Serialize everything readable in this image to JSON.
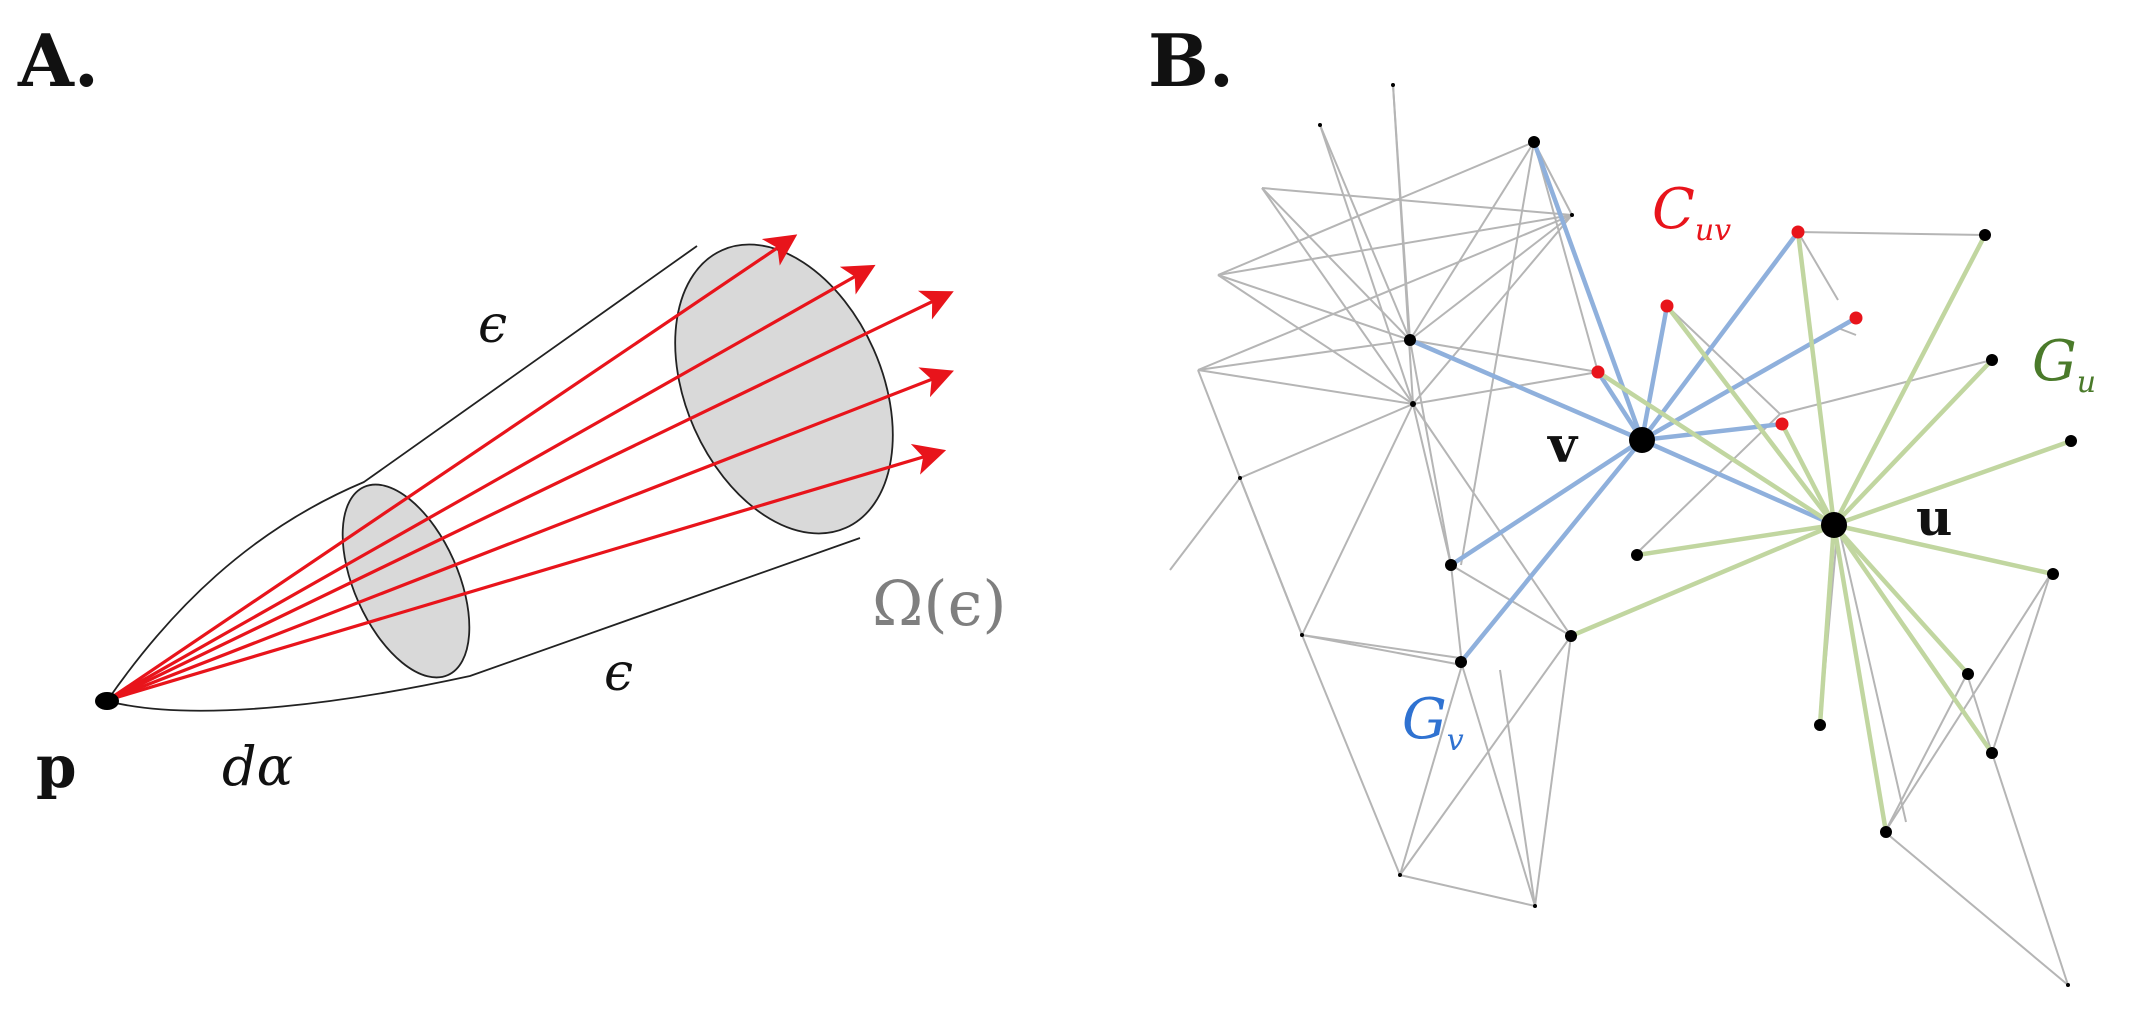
{
  "panels": {
    "a": {
      "label": "A.",
      "point_label": "p",
      "angle_label": "dα",
      "edge_label_top": "ϵ",
      "edge_label_bottom": "ϵ",
      "region_label": "Ω(ϵ)"
    },
    "b": {
      "label": "B.",
      "node_v_label": "v",
      "node_u_label": "u",
      "common_label_main": "C",
      "common_label_sub": "uv",
      "gv_label_main": "G",
      "gv_label_sub": "v",
      "gu_label_main": "G",
      "gu_label_sub": "u"
    }
  },
  "colors": {
    "rays": "#e8141b",
    "disc_fill": "#d9d9d9",
    "outline": "#222222",
    "gray_edges": "#b5b5b5",
    "blue_edges": "#8fb0dc",
    "green_edges": "#c1d6a0",
    "common_nodes": "#e8141b",
    "nodes": "#000000",
    "common_label": "#e8141b",
    "gv_label": "#2f72d1",
    "gu_label": "#4a7a2a",
    "region_label": "#7f7f7f"
  }
}
